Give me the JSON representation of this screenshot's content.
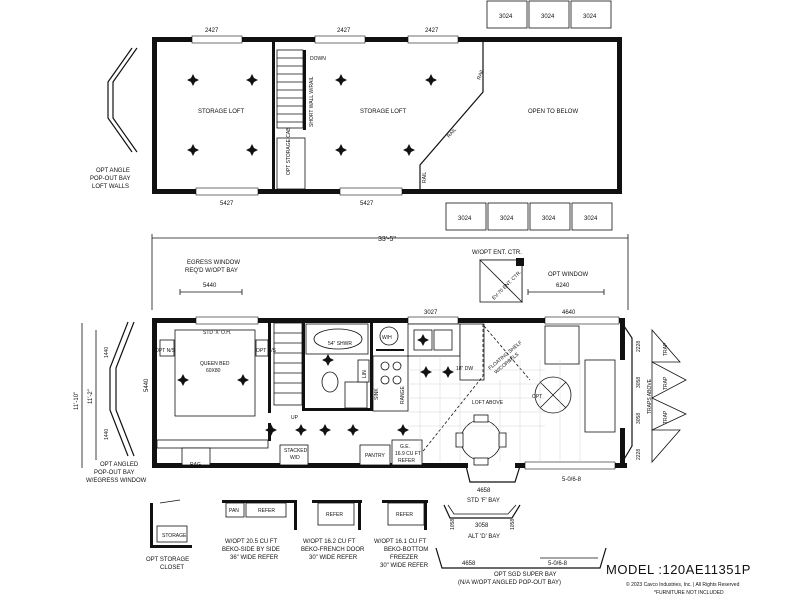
{
  "model": "MODEL :120AE11351P",
  "copyright": "© 2023 Cavco Industries, Inc. | All Rights Reserved",
  "furniture_note": "*FURNITURE NOT INCLUDED",
  "loft": {
    "storage_loft_left": "STORAGE LOFT",
    "storage_loft_right": "STORAGE LOFT",
    "open_to_below": "OPEN TO BELOW",
    "down": "DOWN",
    "short_wall": "SHORT WALL W/RAIL",
    "opt_storage_cab": "OPT STORAGE CAB",
    "rail_1": "RAIL",
    "rail_2": "RAIL",
    "rail_3": "RAIL",
    "dim_top_1": "2427",
    "dim_top_2": "2427",
    "dim_top_3": "2427",
    "dim_bottom_1": "5427",
    "dim_bottom_2": "5427",
    "skylights_top": [
      "3024",
      "3024",
      "3024"
    ],
    "skylights_bottom": [
      "3024",
      "3024",
      "3024",
      "3024"
    ],
    "opt_bay_l1": "OPT ANGLE",
    "opt_bay_l2": "POP-OUT BAY",
    "opt_bay_l3": "LOFT WALLS"
  },
  "main": {
    "overall_dim": "33'-5\"",
    "egress_l1": "EGRESS WINDOW",
    "egress_l2": "REQ'D W/OPT BAY",
    "egress_dim": "5440",
    "ent_ctr": "W/OPT ENT. CTR.",
    "ent_dim": "EV-70 ENT. CTR.",
    "opt_window": "OPT WINDOW",
    "opt_window_dim": "6240",
    "dim_3027": "3027",
    "dim_4640": "4640",
    "std_xoh": "STD 'X' O.H.",
    "opt_ns_1": "OPT N/S",
    "opt_ns_2": "OPT N/S",
    "queen_bed_l1": "QUEEN BED",
    "queen_bed_l2": "60X80",
    "dim_5440": "5440",
    "shwr": "54\" SHWR",
    "wh": "W/H",
    "lin": "LIN",
    "sink": "SINK",
    "range": "RANGE",
    "dw": "18\" DW",
    "floating_shelf_l1": "FLOATING SHELF",
    "floating_shelf_l2": "W/CORBELS",
    "loft_above": "LOFT ABOVE",
    "opt": "OPT",
    "traps_above": "TRAPS ABOVE",
    "trap_1": "TRAP",
    "trap_2": "TRAP",
    "trap_3": "TRAP",
    "dim_2228a": "2228",
    "dim_3058a": "3058",
    "dim_3058b": "3058",
    "dim_2228b": "2228",
    "up": "UP",
    "rag": "RAG",
    "stacked_l1": "STACKED",
    "stacked_l2": "W/D",
    "pantry": "PANTRY",
    "refer_l1": "G.E.",
    "refer_l2": "16.9 CU FT",
    "refer_l3": "REFER",
    "std_f_bay_dim": "4658",
    "std_f_bay": "STD 'F' BAY",
    "dim_5068": "5-0/6-8",
    "opt_bay_l1": "OPT ANGLED",
    "opt_bay_l2": "POP-OUT BAY",
    "opt_bay_l3": "W/EGRESS WINDOW",
    "side_dim_1440a": "1440",
    "side_dim_1440b": "1440",
    "side_dim_11_10": "11'-10\"",
    "side_dim_11_2": "11'-2\""
  },
  "bottom": {
    "storage": "STORAGE",
    "opt_storage_l1": "OPT STORAGE",
    "opt_storage_l2": "CLOSET",
    "pan": "PAN",
    "refer_a": "REFER",
    "refer_b": "REFER",
    "refer_c": "REFER",
    "beko_side_l1": "W/OPT 20.5 CU FT",
    "beko_side_l2": "BEKO-SIDE BY SIDE",
    "beko_side_l3": "36\" WIDE REFER",
    "beko_french_l1": "W/OPT 16.2 CU FT",
    "beko_french_l2": "BEKO-FRENCH DOOR",
    "beko_french_l3": "30\" WIDE REFER",
    "beko_bottom_l1": "W/OPT 16.1 CU FT",
    "beko_bottom_l2": "BEKO-BOTTOM",
    "beko_bottom_l3": "FREEZER",
    "beko_bottom_l4": "30\" WIDE REFER",
    "alt_d_1058a": "1058",
    "alt_d_3058": "3058",
    "alt_d_1058b": "1058",
    "alt_d_bay": "ALT 'D' BAY",
    "super_bay_dim": "4658",
    "super_bay_5068": "5-0/6-8",
    "super_bay_l1": "OPT SGD SUPER BAY",
    "super_bay_l2": "(N/A W/OPT ANGLED POP-OUT BAY)"
  }
}
